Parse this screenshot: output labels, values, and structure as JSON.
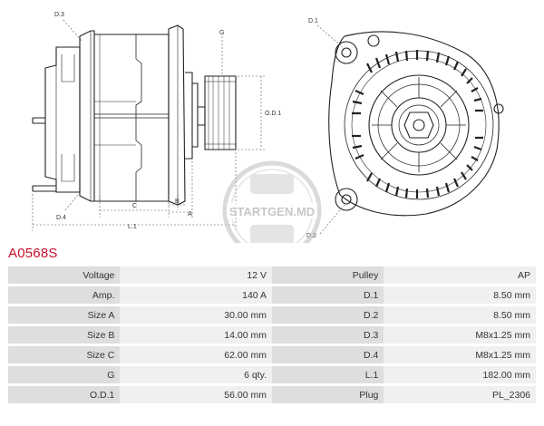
{
  "product": {
    "code": "A0568S"
  },
  "drawing": {
    "labels": {
      "d3": "D.3",
      "d4": "D.4",
      "d1": "D.1",
      "d2": "D.2",
      "g": "G",
      "c": "C",
      "b": "B",
      "a": "A",
      "l1": "L.1",
      "od1": "O.D.1"
    },
    "watermark": "STARTGEN.MD"
  },
  "specs": [
    {
      "label_left": "Voltage",
      "value_left": "12 V",
      "label_right": "Pulley",
      "value_right": "AP"
    },
    {
      "label_left": "Amp.",
      "value_left": "140 A",
      "label_right": "D.1",
      "value_right": "8.50 mm"
    },
    {
      "label_left": "Size A",
      "value_left": "30.00 mm",
      "label_right": "D.2",
      "value_right": "8.50 mm"
    },
    {
      "label_left": "Size B",
      "value_left": "14.00 mm",
      "label_right": "D.3",
      "value_right": "M8x1.25 mm"
    },
    {
      "label_left": "Size C",
      "value_left": "62.00 mm",
      "label_right": "D.4",
      "value_right": "M8x1.25 mm"
    },
    {
      "label_left": "G",
      "value_left": "6 qty.",
      "label_right": "L.1",
      "value_right": "182.00 mm"
    },
    {
      "label_left": "O.D.1",
      "value_left": "56.00 mm",
      "label_right": "Plug",
      "value_right": "PL_2306"
    }
  ]
}
